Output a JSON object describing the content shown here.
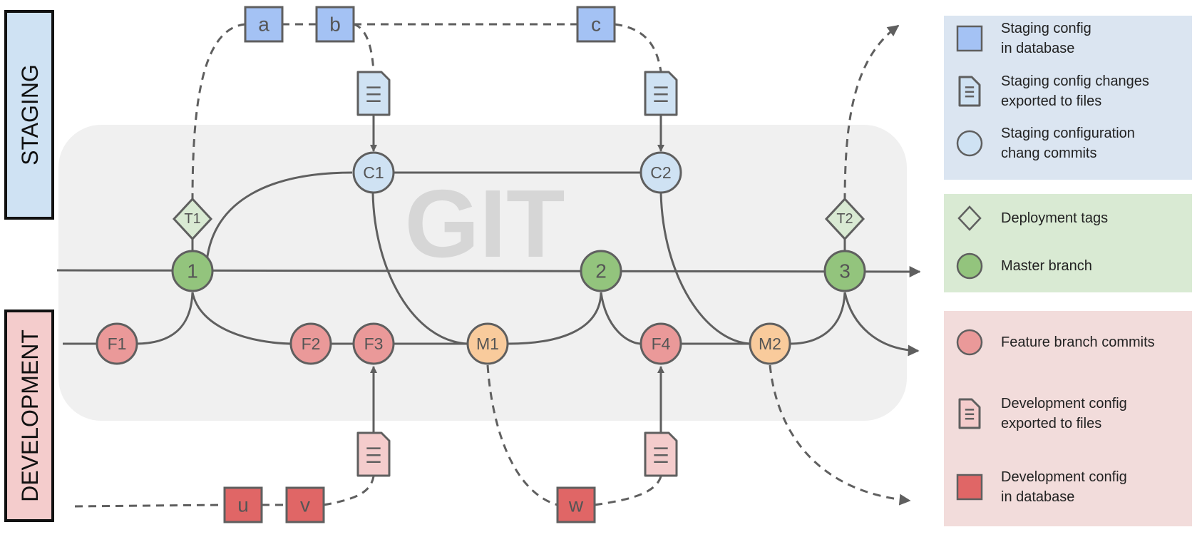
{
  "side_labels": {
    "staging": "STAGING",
    "development": "DEVELOPMENT"
  },
  "watermark": "GIT",
  "staging_db_nodes": [
    "a",
    "b",
    "c"
  ],
  "dev_db_nodes": [
    "u",
    "v",
    "w"
  ],
  "staging_commits": [
    "C1",
    "C2"
  ],
  "tags": [
    "T1",
    "T2"
  ],
  "master_commits": [
    "1",
    "2",
    "3"
  ],
  "feature_commits": [
    "F1",
    "F2",
    "F3",
    "F4"
  ],
  "merge_commits": [
    "M1",
    "M2"
  ],
  "legend": {
    "staging": [
      {
        "icon": "square-icon",
        "lines": [
          "Staging config",
          "in database"
        ]
      },
      {
        "icon": "file-icon",
        "lines": [
          "Staging config changes",
          "exported to files"
        ]
      },
      {
        "icon": "circle-icon",
        "lines": [
          "Staging configuration",
          "chang commits"
        ]
      }
    ],
    "master": [
      {
        "icon": "diamond-icon",
        "lines": [
          "Deployment tags"
        ]
      },
      {
        "icon": "circle-icon",
        "lines": [
          "Master branch"
        ]
      }
    ],
    "development": [
      {
        "icon": "circle-icon",
        "lines": [
          "Feature branch commits"
        ]
      },
      {
        "icon": "file-icon",
        "lines": [
          "Development config",
          "exported to files"
        ]
      },
      {
        "icon": "square-icon",
        "lines": [
          "Development config",
          "in database"
        ]
      }
    ]
  },
  "colors": {
    "line": "#5f5f5f",
    "staging_square": "#a4c2f4",
    "staging_file": "#cfe2f3",
    "staging_commit": "#cfe2f3",
    "tag": "#d9ead3",
    "master": "#93c47d",
    "feature": "#ea9999",
    "merge": "#f9cb9c",
    "dev_square": "#e06666",
    "dev_file": "#f4cccc",
    "legend_staging_bg": "#dbe5f1",
    "legend_master_bg": "#d9ead3",
    "legend_dev_bg": "#f2dcdb",
    "git_bg": "#f0f0f0",
    "staging_label_bg": "#cfe2f3",
    "dev_label_bg": "#f4cccc"
  }
}
